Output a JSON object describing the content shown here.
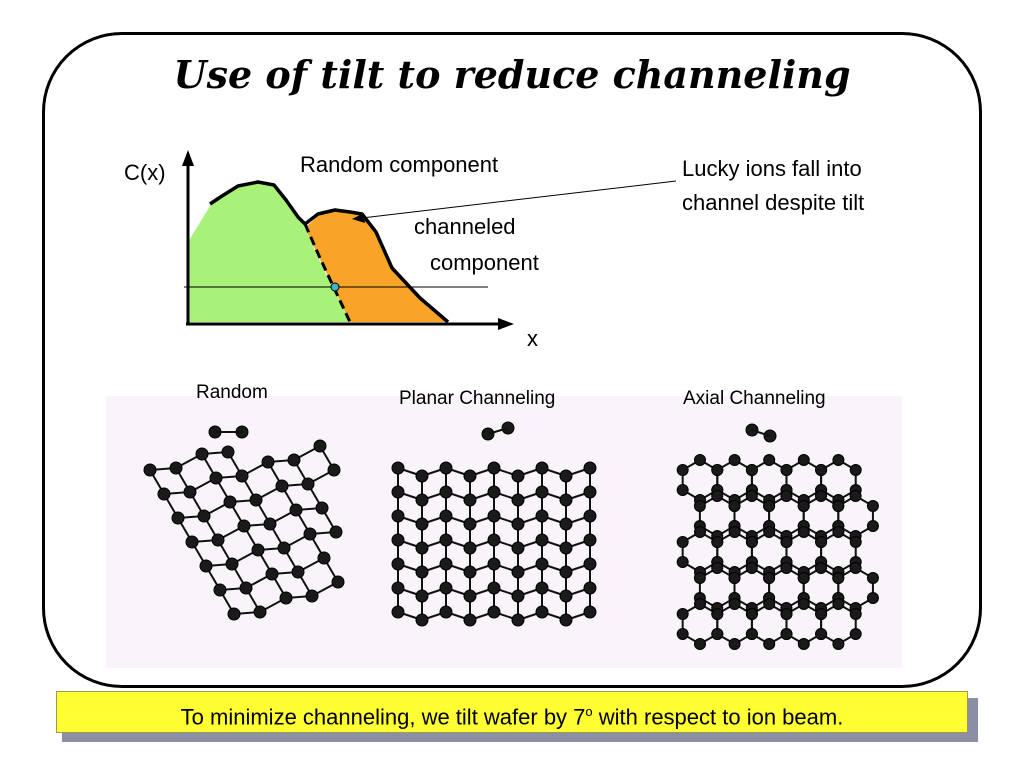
{
  "slide": {
    "title": "Use of tilt to reduce channeling",
    "graph": {
      "ylabel": "C(x)",
      "xlabel": "x",
      "random_label": "Random component",
      "channeled_label_line1": "channeled",
      "channeled_label_line2": "component",
      "lucky_label_line1": "Lucky ions fall into",
      "lucky_label_line2": "channel despite tilt",
      "colors": {
        "random_fill": "#a8f27a",
        "channeled_fill": "#f8a428",
        "marker": "#3ab6c8"
      }
    },
    "lattices": {
      "random_label": "Random",
      "planar_label": "Planar Channeling",
      "axial_label": "Axial Channeling"
    },
    "footer": {
      "text_before": "To minimize channeling, we tilt wafer by 7",
      "superscript": "o",
      "text_after": " with respect to ion beam."
    }
  }
}
